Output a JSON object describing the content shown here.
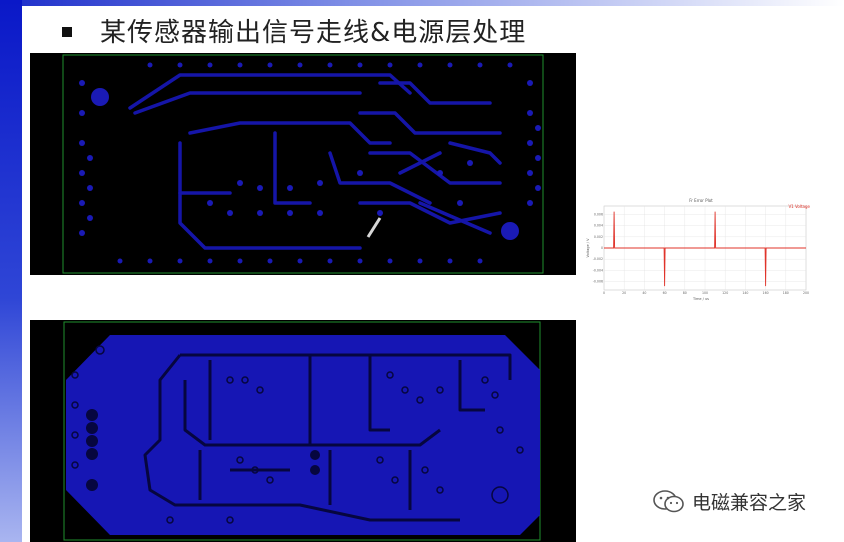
{
  "slide": {
    "title": "某传感器输出信号走线&电源层处理"
  },
  "figures": {
    "top_pcb": "pcb-signal-trace-layer",
    "bottom_pcb": "pcb-power-plane-layer",
    "plot": "impulse-waveform-plot"
  },
  "chart_data": {
    "type": "line",
    "title": "Fr Error Plot",
    "legend_label": "V1 Voltage",
    "xlabel": "Time / us",
    "ylabel": "Voltage / V",
    "x_ticks": [
      "0",
      "20",
      "40",
      "60",
      "80",
      "100",
      "120",
      "140",
      "160",
      "180",
      "200"
    ],
    "y_ticks": [
      "0.006",
      "0.004",
      "0.002",
      "0",
      "-0.002",
      "-0.004",
      "-0.006"
    ],
    "xlim": [
      0,
      200
    ],
    "ylim": [
      -0.0075,
      0.0075
    ],
    "series": [
      {
        "name": "V1 Voltage",
        "color": "#e0332a",
        "points": [
          [
            0,
            0
          ],
          [
            9.5,
            0
          ],
          [
            10,
            0.0065
          ],
          [
            10.5,
            0
          ],
          [
            59.5,
            0
          ],
          [
            60,
            -0.0068
          ],
          [
            60.5,
            0
          ],
          [
            109.5,
            0
          ],
          [
            110,
            0.0065
          ],
          [
            110.5,
            0
          ],
          [
            159.5,
            0
          ],
          [
            160,
            -0.0068
          ],
          [
            160.5,
            0
          ],
          [
            200,
            0
          ]
        ]
      }
    ]
  },
  "watermark": {
    "text": "电磁兼容之家",
    "icon": "wechat-icon"
  }
}
